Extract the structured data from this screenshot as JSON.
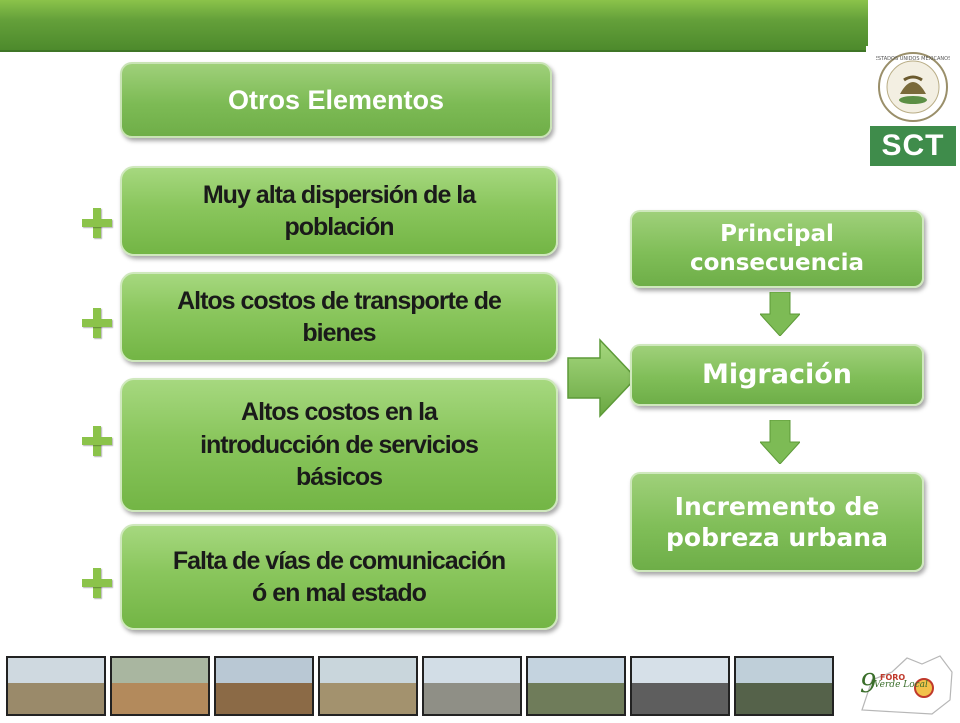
{
  "header": {
    "title": "Otros Elementos"
  },
  "logo": {
    "text": "SCT",
    "seal_text": "ESTADOS UNIDOS MEXICANOS"
  },
  "items": [
    {
      "label_line1": "Muy alta dispersión de la",
      "label_line2": "población"
    },
    {
      "label_line1": "Altos costos de transporte de",
      "label_line2": "bienes"
    },
    {
      "label_line1": "Altos costos en la",
      "label_line2": "introducción de servicios",
      "label_line3": "básicos"
    },
    {
      "label_line1": "Falta de vías de comunicación",
      "label_line2": "ó en mal estado"
    }
  ],
  "consequences": {
    "principal_line1": "Principal",
    "principal_line2": "consecuencia",
    "migration": "Migración",
    "poverty_line1": "Incremento de",
    "poverty_line2": "pobreza urbana"
  },
  "forum_logo": {
    "text": "Verde Local",
    "number": "9",
    "label": "FORO"
  },
  "colors": {
    "accent": "#7dbb55",
    "dark_green": "#4d8a2c",
    "sct_green": "#3f8c4b"
  }
}
